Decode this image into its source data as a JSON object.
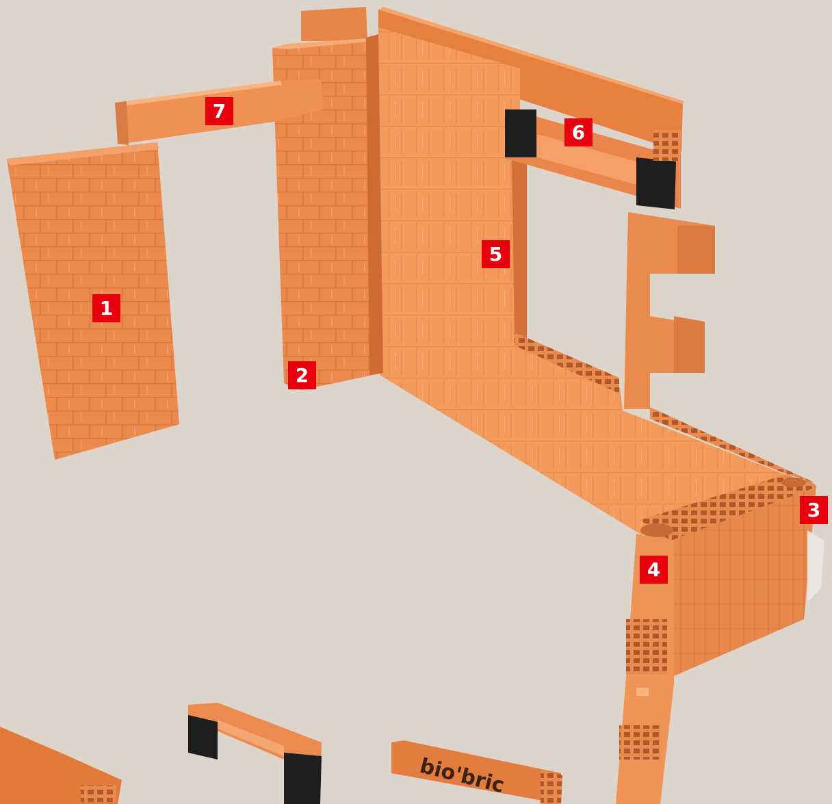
{
  "diagram": {
    "labels": [
      {
        "id": "1",
        "text": "1"
      },
      {
        "id": "2",
        "text": "2"
      },
      {
        "id": "3",
        "text": "3"
      },
      {
        "id": "4",
        "text": "4"
      },
      {
        "id": "5",
        "text": "5"
      },
      {
        "id": "6",
        "text": "6"
      },
      {
        "id": "7",
        "text": "7"
      }
    ],
    "brand_print": "bio'bric"
  },
  "colors": {
    "background": "#ddd5cb",
    "brick_light": "#f09a5e",
    "brick_mid": "#e27b3c",
    "brick_dark": "#c25e27",
    "lintel_insulation": "#1e1e1e",
    "badge": "#e8000f",
    "badge_text": "#ffffff"
  }
}
